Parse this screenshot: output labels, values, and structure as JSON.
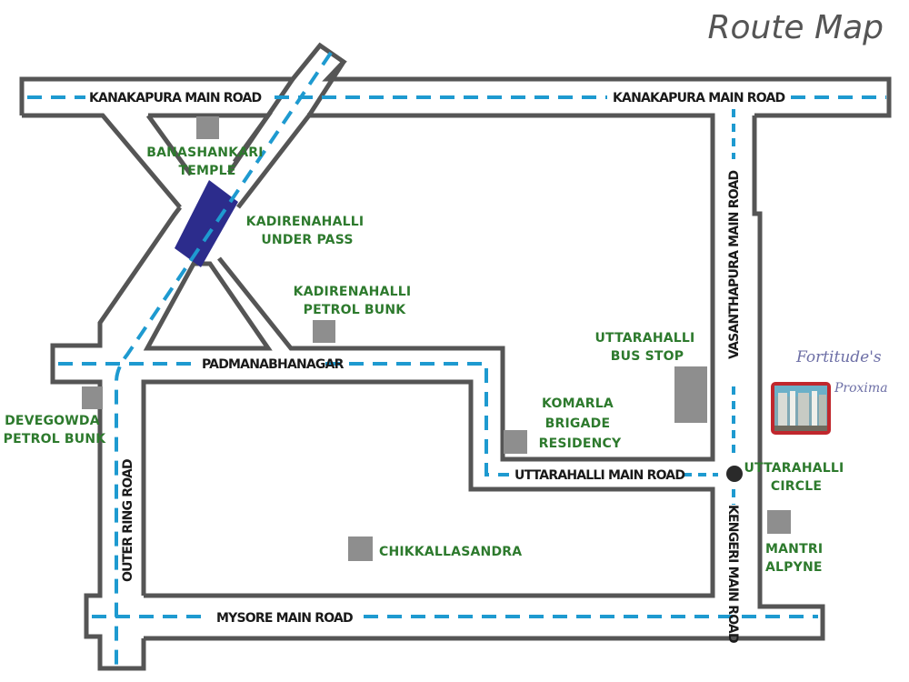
{
  "title": "Route Map",
  "colors": {
    "road_outline": "#555555",
    "route_line": "#1e9ad0",
    "place_label": "#2d7a2d",
    "road_label": "#1a1a1a",
    "landmark": "#8e8e8e",
    "underpass": "#2c2c8c",
    "project_frame": "#c0272d",
    "brand": "#6d6fa6"
  },
  "roads": {
    "kanakapura_left": "KANAKAPURA MAIN ROAD",
    "kanakapura_right": "KANAKAPURA MAIN ROAD",
    "padmanabhanagar": "PADMANABHANAGAR",
    "uttarahalli_main": "UTTARAHALLI MAIN ROAD",
    "vasanthapura_main": "VASANTHAPURA MAIN ROAD",
    "kengeri_main": "KENGERI MAIN ROAD",
    "outer_ring": "OUTER RING ROAD",
    "mysore_main": "MYSORE MAIN ROAD"
  },
  "places": {
    "banashankari": [
      "BANASHANKARI",
      "TEMPLE"
    ],
    "underpass": [
      "KADIRENAHALLI",
      "UNDER PASS"
    ],
    "kadirenahalli_petrol": [
      "KADIRENAHALLI",
      "PETROL BUNK"
    ],
    "devegowda_petrol": [
      "DEVEGOWDA",
      "PETROL BUNK"
    ],
    "uttarahalli_bus": [
      "UTTARAHALLI",
      "BUS STOP"
    ],
    "komarla": [
      "KOMARLA",
      "BRIGADE",
      "RESIDENCY"
    ],
    "uttarahalli_circle": [
      "UTTARAHALLI",
      "CIRCLE"
    ],
    "mantri": [
      "MANTRI",
      "ALPYNE"
    ],
    "chikkallasandra": "CHIKKALLASANDRA"
  },
  "project": {
    "name_line1": "Fortitude's",
    "name_line2": "Proxima",
    "thumbnail": "building-photo"
  }
}
